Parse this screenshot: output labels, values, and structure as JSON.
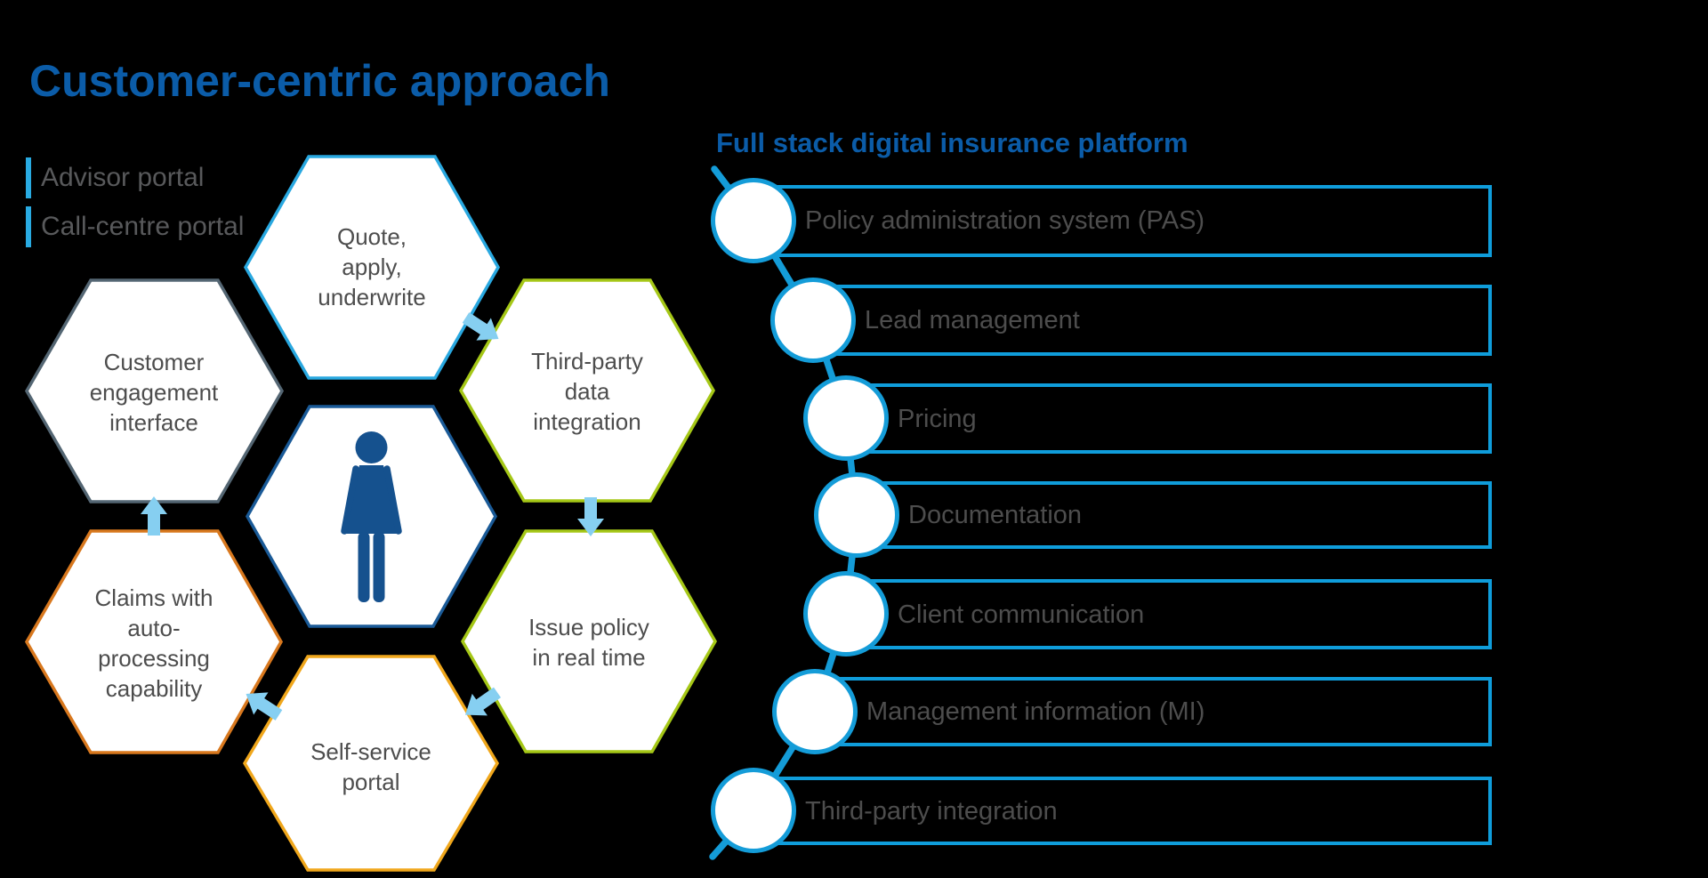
{
  "slide_title": "Customer-centric approach",
  "portals": [
    {
      "label": "Advisor portal"
    },
    {
      "label": "Call-centre portal"
    }
  ],
  "hexagons": [
    {
      "name": "quote-apply-underwrite",
      "lines": [
        "Quote,",
        "apply,",
        "underwrite"
      ],
      "border_color": "#29a8e0"
    },
    {
      "name": "customer-engagement-interface",
      "lines": [
        "Customer",
        "engagement",
        "interface"
      ],
      "border_color": "#546673"
    },
    {
      "name": "third-party-data-integration",
      "lines": [
        "Third-party",
        "data",
        "integration"
      ],
      "border_color": "#a5c717"
    },
    {
      "name": "customer-person",
      "icon": "female-person-icon",
      "lines": [],
      "border_color": "#1a5a97"
    },
    {
      "name": "claims-auto-processing",
      "lines": [
        "Claims with",
        "auto-",
        "processing",
        "capability"
      ],
      "border_color": "#d8781e"
    },
    {
      "name": "issue-policy-real-time",
      "lines": [
        "Issue policy",
        "in real time"
      ],
      "border_color": "#a5c717"
    },
    {
      "name": "self-service-portal",
      "lines": [
        "Self-service",
        "portal"
      ],
      "border_color": "#f0a71c"
    }
  ],
  "platform": {
    "title": "Full stack digital insurance platform",
    "items": [
      "Policy administration system (PAS)",
      "Lead management",
      "Pricing",
      "Documentation",
      "Client communication",
      "Management information (MI)",
      "Third-party integration"
    ]
  },
  "colors": {
    "background": "#000000",
    "heading": "#0b5ca8",
    "body_text": "#4d4d4d",
    "label_text": "#58595b",
    "accent_bar": "#29abe2",
    "chain": "#149cd8",
    "box_border": "#0f9ddb",
    "arrow_fill": "#86cff1",
    "person": "#15518e"
  }
}
